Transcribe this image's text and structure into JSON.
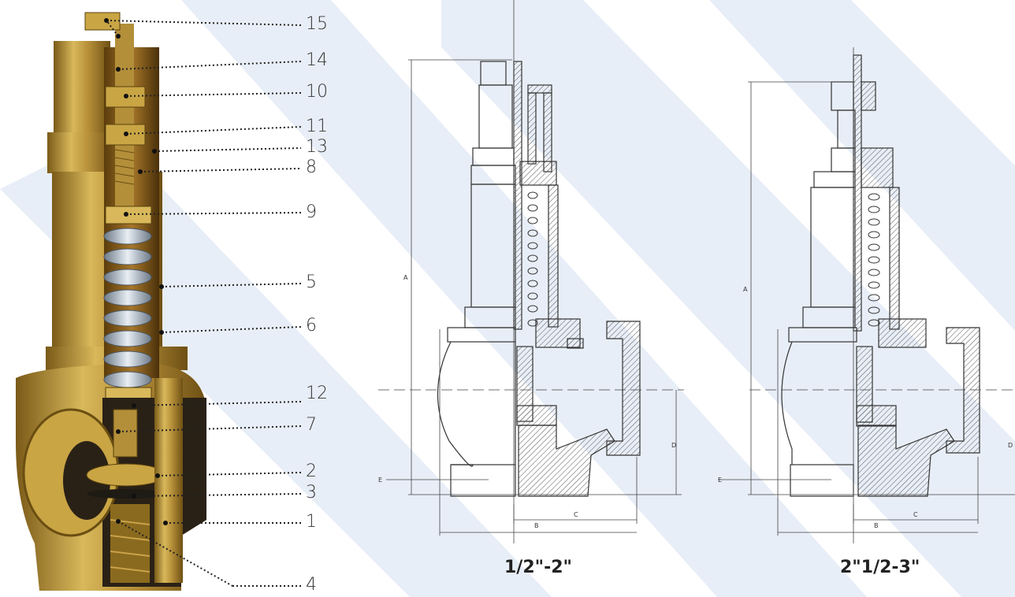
{
  "colors": {
    "background_stripe": "#e8eef7",
    "brass": "#c9a544",
    "brass_dark": "#8a6a1e",
    "spring_steel": "#b8c4d0",
    "hatch": "#555555"
  },
  "callouts": [
    "15",
    "14",
    "10",
    "11",
    "13",
    "8",
    "9",
    "5",
    "6",
    "12",
    "7",
    "2",
    "3",
    "1",
    "4"
  ],
  "drawings": [
    {
      "size_label": "1/2\"-2\"",
      "dims": {
        "a": "A",
        "b": "B",
        "c": "C",
        "d": "D",
        "e": "E"
      }
    },
    {
      "size_label": "2\"1/2-3\"",
      "dims": {
        "a": "A",
        "b": "B",
        "c": "C",
        "d": "D",
        "e": "E"
      }
    }
  ]
}
